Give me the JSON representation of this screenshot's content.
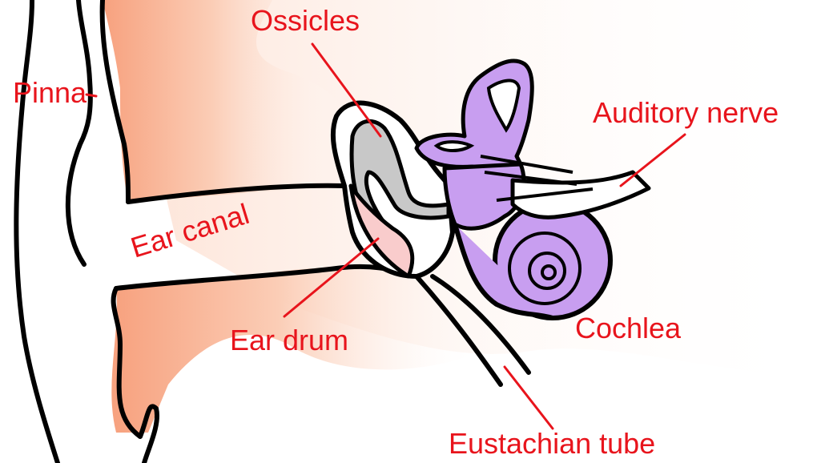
{
  "labels": {
    "ossicles": "Ossicles",
    "pinna": "Pinna",
    "auditory_nerve": "Auditory nerve",
    "ear_canal": "Ear canal",
    "ear_drum": "Ear drum",
    "cochlea": "Cochlea",
    "eustachian_tube": "Eustachian tube"
  },
  "colors": {
    "label": "#e8141c",
    "tissue": "#f7a17e",
    "tissue_light": "#fde3d6",
    "inner_ear": "#c89ef0",
    "ossicle": "#c8c8c8",
    "ear_drum": "#f9cccc",
    "outline": "#000000"
  }
}
